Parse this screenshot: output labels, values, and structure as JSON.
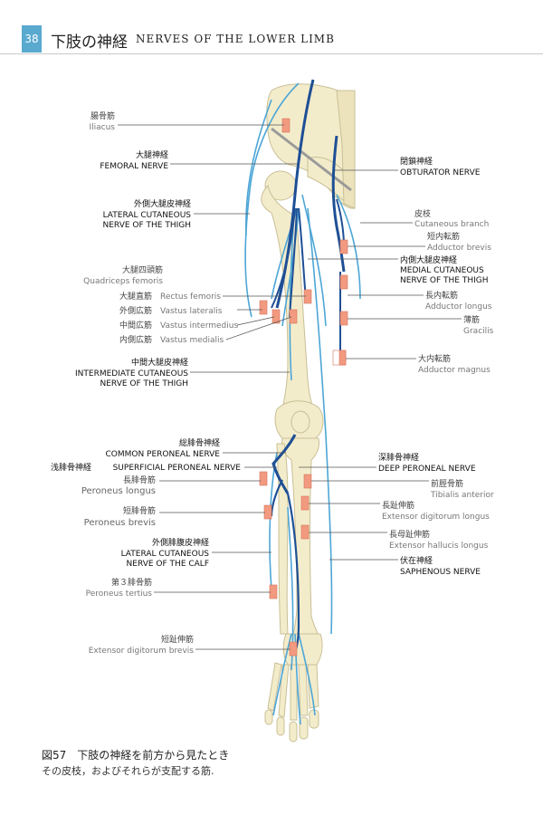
{
  "header": {
    "page_number": "38",
    "title_jp": "下肢の神経",
    "title_en": "NERVES OF THE LOWER LIMB"
  },
  "labels": {
    "iliacus_jp": "腸骨筋",
    "iliacus_en": "Iliacus",
    "femoral_jp": "大腿神経",
    "femoral_en": "FEMORAL NERVE",
    "lcnt_jp": "外側大腿皮神経",
    "lcnt_en1": "LATERAL CUTANEOUS",
    "lcnt_en2": "NERVE OF THE THIGH",
    "quad_jp": "大腿四頭筋",
    "quad_en": "Quadriceps femoris",
    "rectus_jp": "大腿直筋",
    "rectus_en": "Rectus femoris",
    "vlat_jp": "外側広筋",
    "vlat_en": "Vastus lateralis",
    "vint_jp": "中間広筋",
    "vint_en": "Vastus intermedius",
    "vmed_jp": "内側広筋",
    "vmed_en": "Vastus medialis",
    "icnt_jp": "中間大腿皮神経",
    "icnt_en1": "INTERMEDIATE CUTANEOUS",
    "icnt_en2": "NERVE OF THE THIGH",
    "obt_jp": "閉鎖神経",
    "obt_en": "OBTURATOR NERVE",
    "cut_jp": "皮枝",
    "cut_en": "Cutaneous branch",
    "addbrev_jp": "短内転筋",
    "addbrev_en": "Adductor brevis",
    "mcnt_jp": "内側大腿皮神経",
    "mcnt_en1": "MEDIAL CUTANEOUS",
    "mcnt_en2": "NERVE OF THE THIGH",
    "addlong_jp": "長内転筋",
    "addlong_en": "Adductor longus",
    "gracilis_jp": "薄筋",
    "gracilis_en": "Gracilis",
    "addmag_jp": "大内転筋",
    "addmag_en": "Adductor magnus",
    "cpn_jp": "総腓骨神経",
    "cpn_en": "COMMON PERONEAL NERVE",
    "spn_jp": "浅腓骨神経",
    "spn_en": "SUPERFICIAL PERONEAL NERVE",
    "perlong_jp": "長腓骨筋",
    "perlong_en": "Peroneus longus",
    "perbrev_jp": "短腓骨筋",
    "perbrev_en": "Peroneus brevis",
    "lccalf_jp": "外側腓腹皮神経",
    "lccalf_en1": "LATERAL CUTANEOUS",
    "lccalf_en2": "NERVE OF THE CALF",
    "perter_jp": "第３腓骨筋",
    "perter_en": "Peroneus tertius",
    "edb_jp": "短趾伸筋",
    "edb_en": "Extensor digitorum brevis",
    "dpn_jp": "深腓骨神経",
    "dpn_en": "DEEP PERONEAL NERVE",
    "tibant_jp": "前脛骨筋",
    "tibant_en": "Tibialis anterior",
    "edl_jp": "長趾伸筋",
    "edl_en": "Extensor digitorum longus",
    "ehl_jp": "長母趾伸筋",
    "ehl_en": "Extensor hallucis longus",
    "saph_jp": "伏在神経",
    "saph_en": "SAPHENOUS NERVE"
  },
  "caption": {
    "title": "図57　下肢の神経を前方から見たとき",
    "subtitle": "その皮枝，およびそれらが支配する筋."
  },
  "colors": {
    "bone": "#f3eccb",
    "bone_outline": "#c9bf95",
    "nerve_dark": "#1e4f95",
    "nerve_light": "#4da6d6",
    "muscle_marker": "#f29a80",
    "accent": "#5aa9cf"
  }
}
